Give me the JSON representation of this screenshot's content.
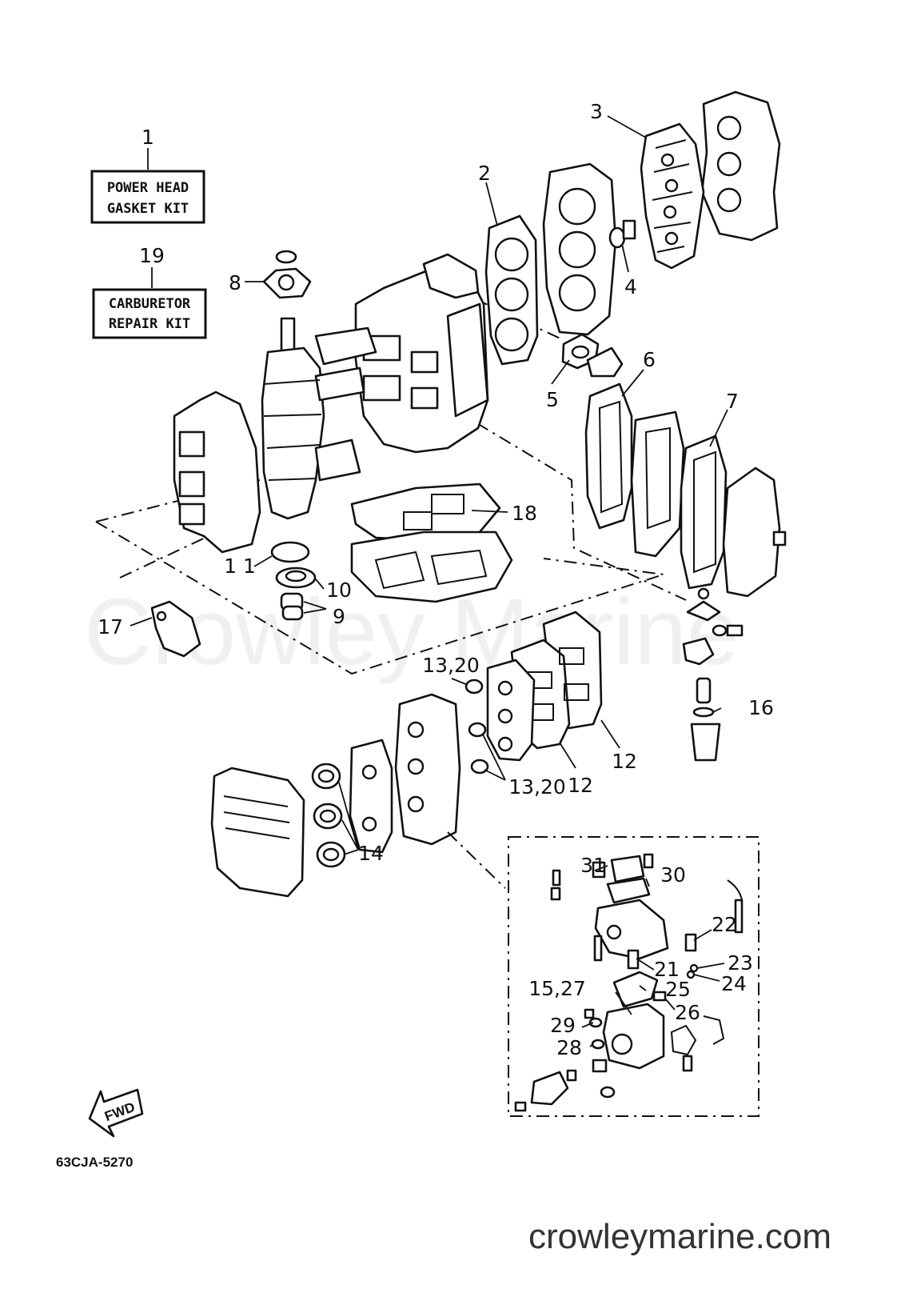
{
  "kits": [
    {
      "ref": "1",
      "line1": "POWER HEAD",
      "line2": "GASKET KIT"
    },
    {
      "ref": "19",
      "line1": "CARBURETOR",
      "line2": "REPAIR KIT"
    }
  ],
  "callouts": {
    "c2": "2",
    "c3": "3",
    "c4": "4",
    "c5": "5",
    "c6": "6",
    "c7": "7",
    "c8": "8",
    "c9": "9",
    "c10": "10",
    "c11": "1 1",
    "c12a": "12",
    "c12b": "12",
    "c13a": "13,20",
    "c13b": "13,20",
    "c14": "14",
    "c15": "15,27",
    "c16": "16",
    "c17": "17",
    "c18": "18",
    "c21": "21",
    "c22": "22",
    "c23": "23",
    "c24": "24",
    "c25": "25",
    "c26": "26",
    "c28": "28",
    "c29": "29",
    "c30": "30",
    "c31": "31"
  },
  "fwd_label": "FWD",
  "diagram_code": "63CJA-5270",
  "watermark": "Crowley Marine",
  "site": "crowleymarine.com"
}
